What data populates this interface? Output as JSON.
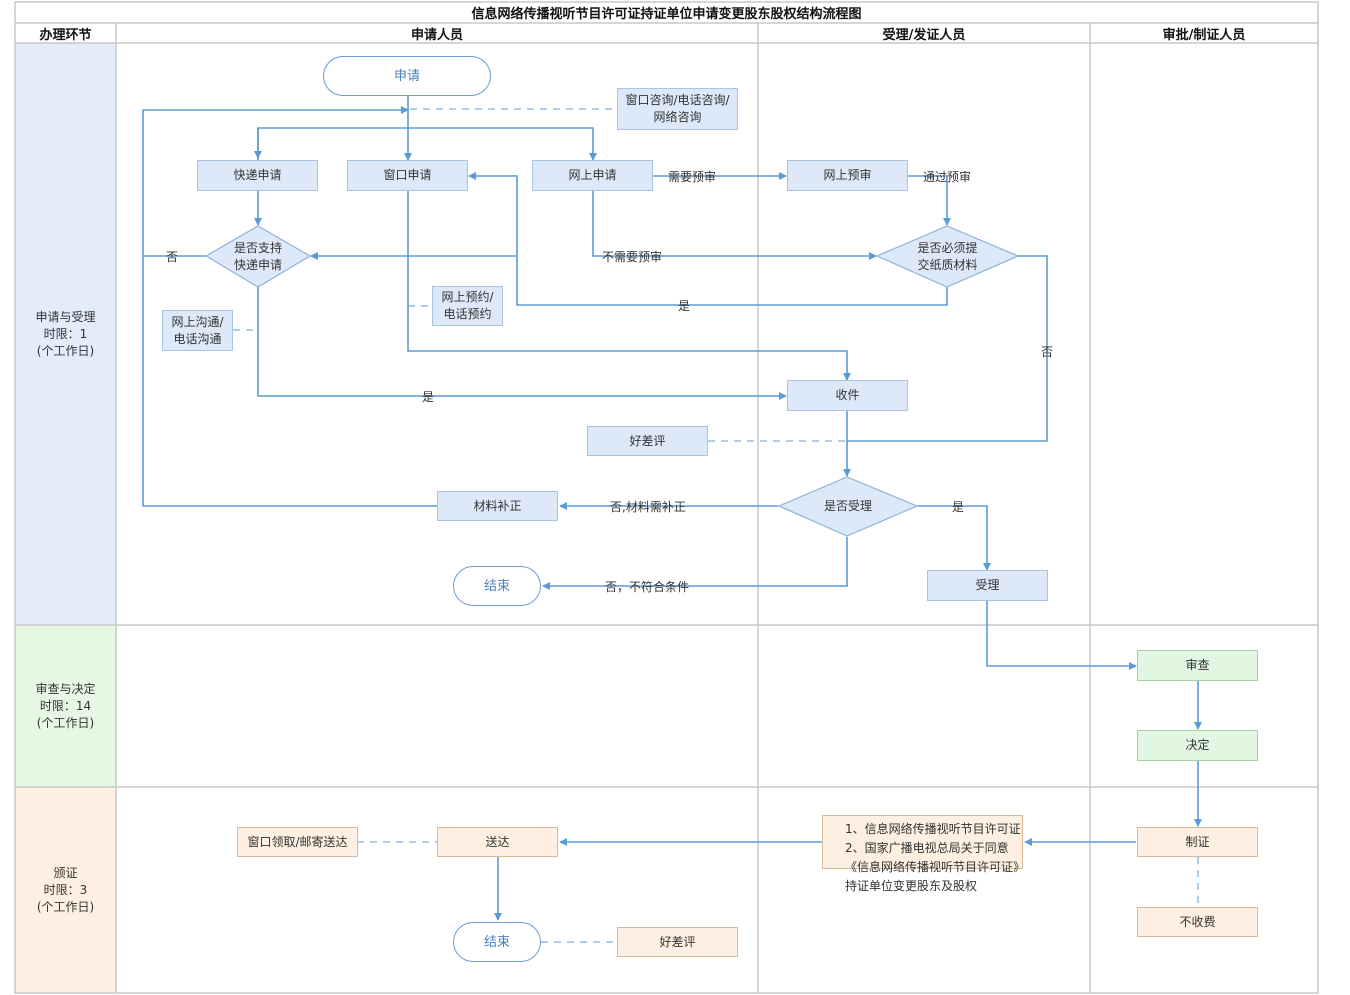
{
  "title": "信息网络传播视听节目许可证持证单位申请变更股东股权结构流程图",
  "columns": {
    "stage": "办理环节",
    "applicant": "申请人员",
    "acceptor": "受理/发证人员",
    "approver": "审批/制证人员"
  },
  "lanes": {
    "apply": "申请与受理\n时限：1\n(个工作日)",
    "review": "审查与决定\n时限：14\n(个工作日)",
    "certificate": "颁证\n时限：3\n(个工作日)"
  },
  "nodes": {
    "start": "申请",
    "consult": "窗口咨询/电话咨询/\n网络咨询",
    "express_apply": "快递申请",
    "window_apply": "窗口申请",
    "online_apply": "网上申请",
    "online_precheck": "网上预审",
    "express_supported": "是否支持\n快递申请",
    "paper_required": "是否必须提\n交纸质材料",
    "online_appointment": "网上预约/\n电话预约",
    "online_communication": "网上沟通/\n电话沟通",
    "receive": "收件",
    "rating1": "好差评",
    "accept_decision": "是否受理",
    "supplement": "材料补正",
    "end1": "结束",
    "accept": "受理",
    "review": "审查",
    "decide": "决定",
    "make_cert": "制证",
    "no_fee": "不收费",
    "deliver": "送达",
    "pickup": "窗口领取/邮寄送达",
    "end2": "结束",
    "rating2": "好差评",
    "result_docs": "1、信息网络传播视听节目许可证\n2、国家广播电视总局关于同意《信息网络传播视听节目许可证》持证单位变更股东及股权"
  },
  "edges": {
    "need_precheck": "需要预审",
    "pass_precheck": "通过预审",
    "no_precheck": "不需要预审",
    "no_left": "否",
    "yes_paper": "是",
    "no_paper": "否",
    "yes_express": "是",
    "need_supplement": "否,材料需补正",
    "not_qualified": "否，不符合条件",
    "yes_accept": "是"
  },
  "colors": {
    "line": "#5b9bd5",
    "grid": "#c8c8c8",
    "lane_apply": "#e2ecfb",
    "lane_review": "#e6f8e3",
    "lane_certificate": "#fdefe1"
  }
}
